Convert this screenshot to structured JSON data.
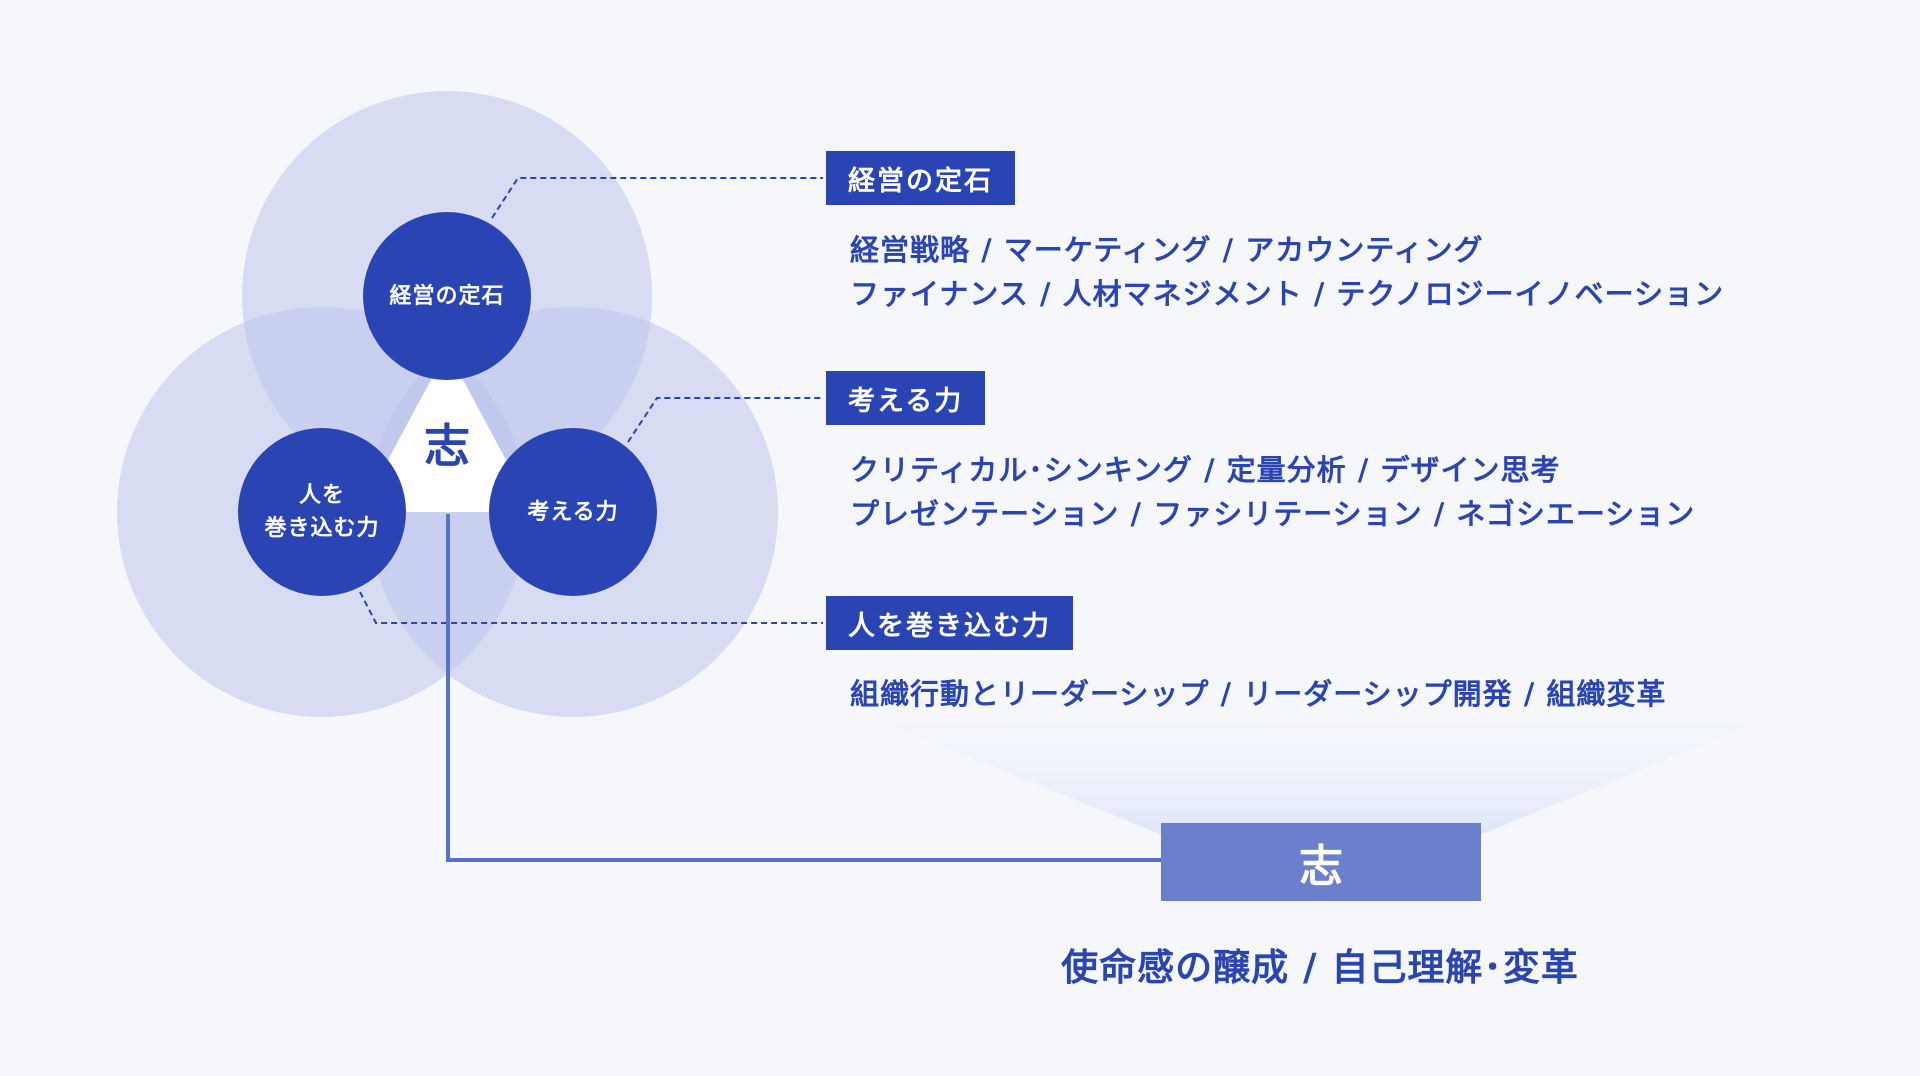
{
  "diagram": {
    "center_label": "志",
    "nodes": [
      {
        "id": "management",
        "circle_label": "経営の定石",
        "tag": "経営の定石",
        "desc_lines": [
          "経営戦略 / マーケティング / アカウンティング",
          "ファイナンス / 人材マネジメント / テクノロジーイノベーション"
        ]
      },
      {
        "id": "thinking",
        "circle_label": "考える力",
        "tag": "考える力",
        "desc_lines": [
          "クリティカル･シンキング / 定量分析 / デザイン思考",
          "プレゼンテーション / ファシリテーション / ネゴシエーション"
        ]
      },
      {
        "id": "people",
        "circle_label": "人を\n巻き込む力",
        "tag": "人を巻き込む力",
        "desc_lines": [
          "組織行動とリーダーシップ / リーダーシップ開発 / 組織変革"
        ]
      }
    ],
    "core": {
      "label": "志",
      "caption": "使命感の醸成 / 自己理解･変革"
    },
    "colors": {
      "primary": "#2a44b4",
      "halo": "#b9c2ec",
      "core_box": "#6b7fcc",
      "connector": "#5b6fcf",
      "background": "#f5f7fb"
    }
  }
}
